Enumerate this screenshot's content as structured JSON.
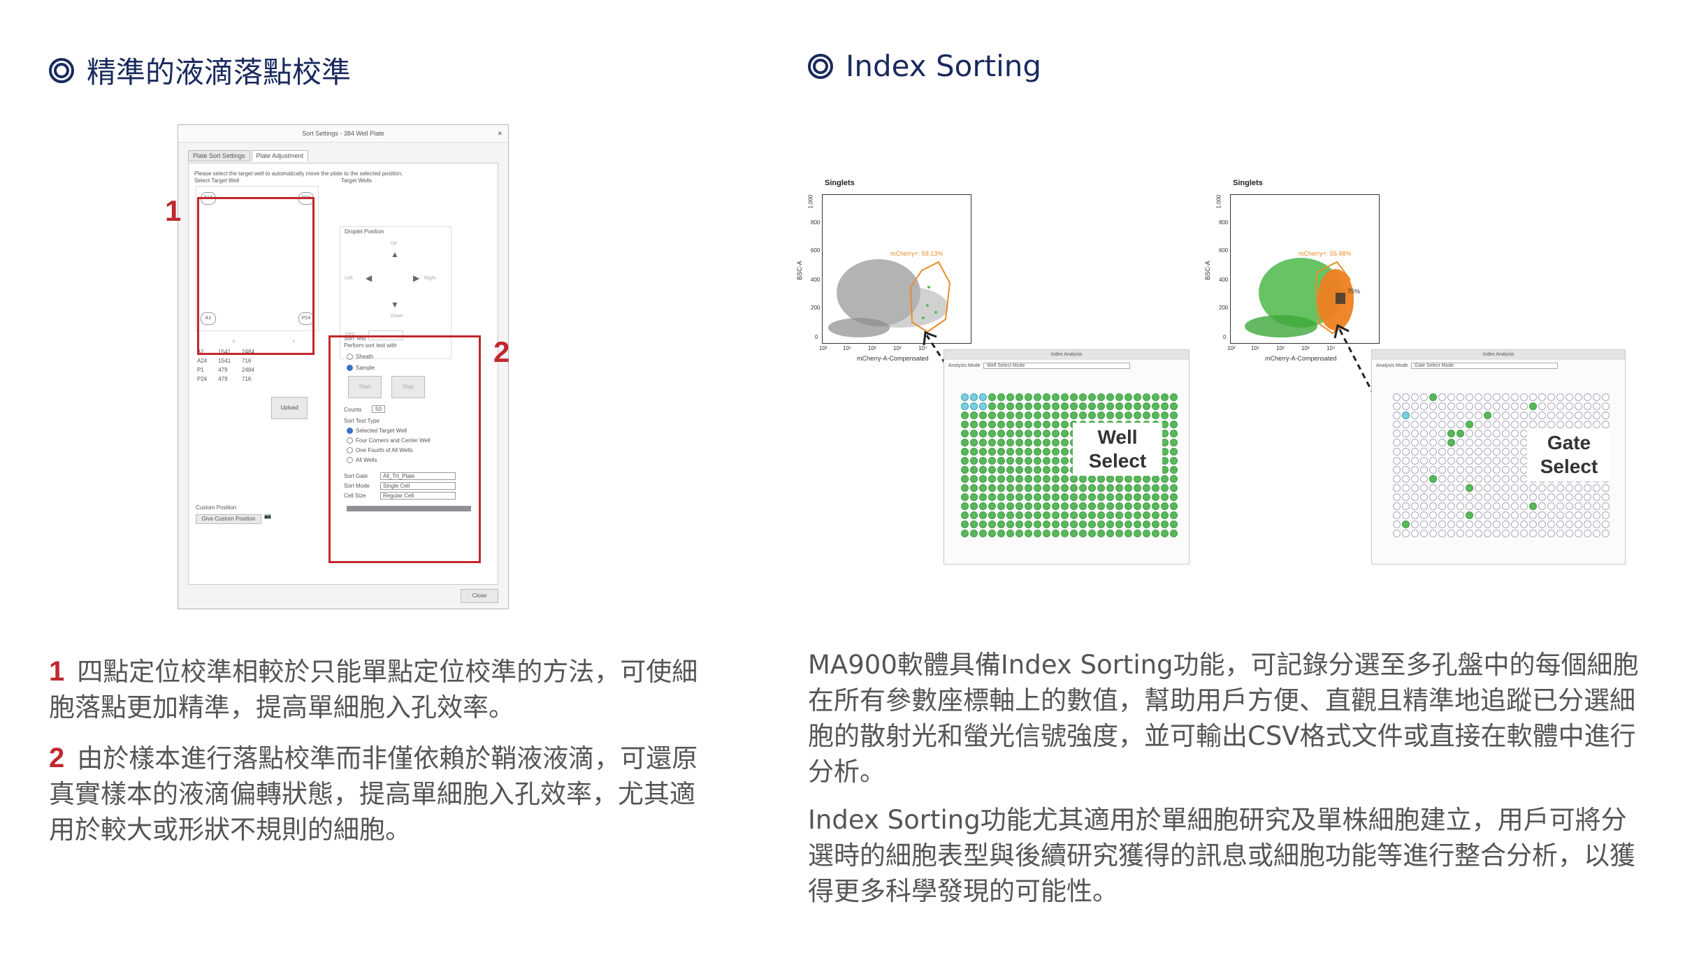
{
  "left": {
    "heading": "精準的液滴落點校準",
    "dialog": {
      "title": "Sort Settings - 384 Well Plate",
      "close": "✕",
      "tabs": [
        "Plate Sort Settings",
        "Plate Adjustment"
      ],
      "instruction": "Please select the target well to automatically move the plate to the selected position.",
      "select_target_well": "Select Target Well",
      "target_wells_label": "Target Wells",
      "droplet_position": "Droplet Position",
      "up": "Up",
      "left": "Left",
      "right": "Right",
      "down": "Down",
      "step": "Step",
      "corners": [
        "A1A",
        "P24",
        "A1",
        "P24"
      ],
      "col_x": "X",
      "col_y": "Y",
      "table": [
        [
          "A1",
          "1541",
          "2484"
        ],
        [
          "A24",
          "1541",
          "716"
        ],
        [
          "P1",
          "479",
          "2484"
        ],
        [
          "P24",
          "479",
          "716"
        ]
      ],
      "upload": "Upload",
      "custom_position": "Custom Position",
      "save_custom": "Give Custom Position",
      "sort_test": "Sort Test",
      "perform": "Perform sort test with",
      "sheath": "Sheath",
      "sample": "Sample",
      "start": "Start",
      "stop": "Stop",
      "counts_label": "Counts",
      "counts_value": "50",
      "sort_test_type": "Sort Test Type",
      "types": [
        "Selected Target Well",
        "Four Corners and Center Well",
        "One Fourth of All Wells",
        "All Wells"
      ],
      "sort_gate_label": "Sort Gate",
      "sort_gate_value": "All_Trt_Plate",
      "sort_mode_label": "Sort Mode",
      "sort_mode_value": "Single Cell",
      "cell_size_label": "Cell Size",
      "cell_size_value": "Regular Cell",
      "close_btn": "Close"
    },
    "marker_1": "1",
    "marker_2": "2",
    "para1_num": "1",
    "para1": "四點定位校準相較於只能單點定位校準的方法，可使細胞落點更加精準，提高單細胞入孔效率。",
    "para2_num": "2",
    "para2": "由於樣本進行落點校準而非僅依賴於鞘液液滴，可還原真實樣本的液滴偏轉狀態，提高單細胞入孔效率，尤其適用於較大或形狀不規則的細胞。"
  },
  "right": {
    "heading": "Index Sorting",
    "chart1": {
      "title": "Singlets",
      "gate": "mCherry+: 59.13%",
      "ylabel": "BSC-A",
      "xlabel": "mCherry-A-Compensated",
      "yticks": [
        "1,000",
        "800",
        "600",
        "400",
        "200",
        "0"
      ],
      "xticks": [
        "10²",
        "10¹",
        "10²",
        "10³",
        "10⁴"
      ]
    },
    "chart2": {
      "title": "Singlets",
      "gate": "mCherry+: 55.48%",
      "gate2": "75%",
      "ylabel": "BSC-A",
      "xlabel": "mCherry-A-Compensated",
      "yticks": [
        "1,000",
        "800",
        "600",
        "400",
        "200",
        "0"
      ],
      "xticks": [
        "10²",
        "10¹",
        "10²",
        "10³",
        "10⁴"
      ]
    },
    "plate1": {
      "title": "Index Analysis",
      "mode_label": "Analysis Mode",
      "mode_value": "Well Select Mode",
      "label": "Well Select"
    },
    "plate2": {
      "title": "Index Analysis",
      "mode_label": "Analysis Mode",
      "mode_value": "Gate Select Mode",
      "label": "Gate Select"
    },
    "para1": "MA900軟體具備Index Sorting功能，可記錄分選至多孔盤中的每個細胞在所有參數座標軸上的數值，幫助用戶方便、直觀且精準地追蹤已分選細胞的散射光和螢光信號強度，並可輸出CSV格式文件或直接在軟體中進行分析。",
    "para2": "Index Sorting功能尤其適用於單細胞研究及單株細胞建立，用戶可將分選時的細胞表型與後續研究獲得的訊息或細胞功能等進行整合分析，以獲得更多科學發現的可能性。"
  },
  "colors": {
    "heading": "#1a2a5e",
    "accent_red": "#c0282d",
    "green": "#58b85a",
    "orange": "#ea8a2a"
  }
}
